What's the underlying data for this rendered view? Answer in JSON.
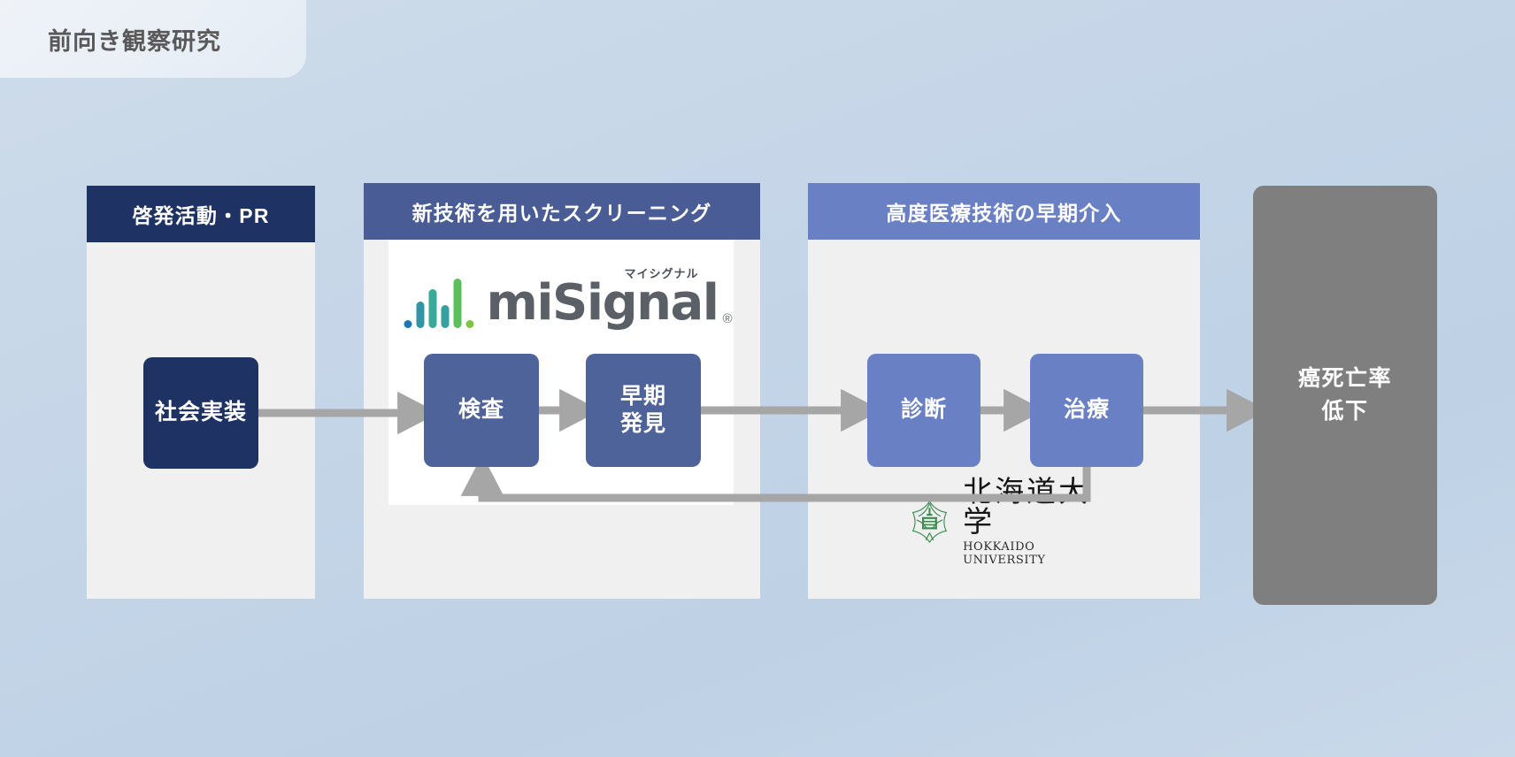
{
  "study_tab": {
    "label": "前向き観察研究"
  },
  "panels": [
    {
      "id": "awareness",
      "header": "啓発活動・PR",
      "color": "#1e3264"
    },
    {
      "id": "screening",
      "header": "新技術を用いたスクリーニング",
      "color": "#4a5c96"
    },
    {
      "id": "treatment",
      "header": "高度医療技術の早期介入",
      "color": "#6a80c4"
    }
  ],
  "nodes": [
    {
      "id": "social",
      "label": "社会実装",
      "color": "#1e3264"
    },
    {
      "id": "test",
      "label": "検査",
      "color": "#4f639b"
    },
    {
      "id": "early",
      "label": "早期\n発見",
      "line1": "早期",
      "line2": "発見",
      "color": "#4f639b"
    },
    {
      "id": "diagnosis",
      "label": "診断",
      "color": "#6a80c4"
    },
    {
      "id": "treat",
      "label": "治療",
      "color": "#6a80c4"
    }
  ],
  "outcome": {
    "line1": "癌死亡率",
    "line2": "低下",
    "color": "#807f7f"
  },
  "misignal_logo": {
    "wordmark": "miSignal",
    "kana": "マイシグナル",
    "registered_mark": "®",
    "bar_colors": [
      "#1b77b8",
      "#2f96a8",
      "#3aa99a",
      "#5cbf5c",
      "#7ec63f",
      "#2f96a8",
      "#3aa99a"
    ]
  },
  "hokudai_logo": {
    "name_jp": "北海道大学",
    "name_en": "HOKKAIDO UNIVERSITY",
    "emblem_color": "#3c8b4e"
  },
  "arrows": {
    "color": "#a6a6a6",
    "flow": [
      "social-to-test",
      "test-to-early",
      "early-to-diagnosis",
      "diagnosis-to-treat",
      "treat-to-outcome"
    ],
    "feedback": "treat-back-to-test"
  },
  "background": {
    "gradient_from": "#cedcea",
    "gradient_to": "#c9d9ea",
    "panel_body_color": "#f0f0f0"
  }
}
